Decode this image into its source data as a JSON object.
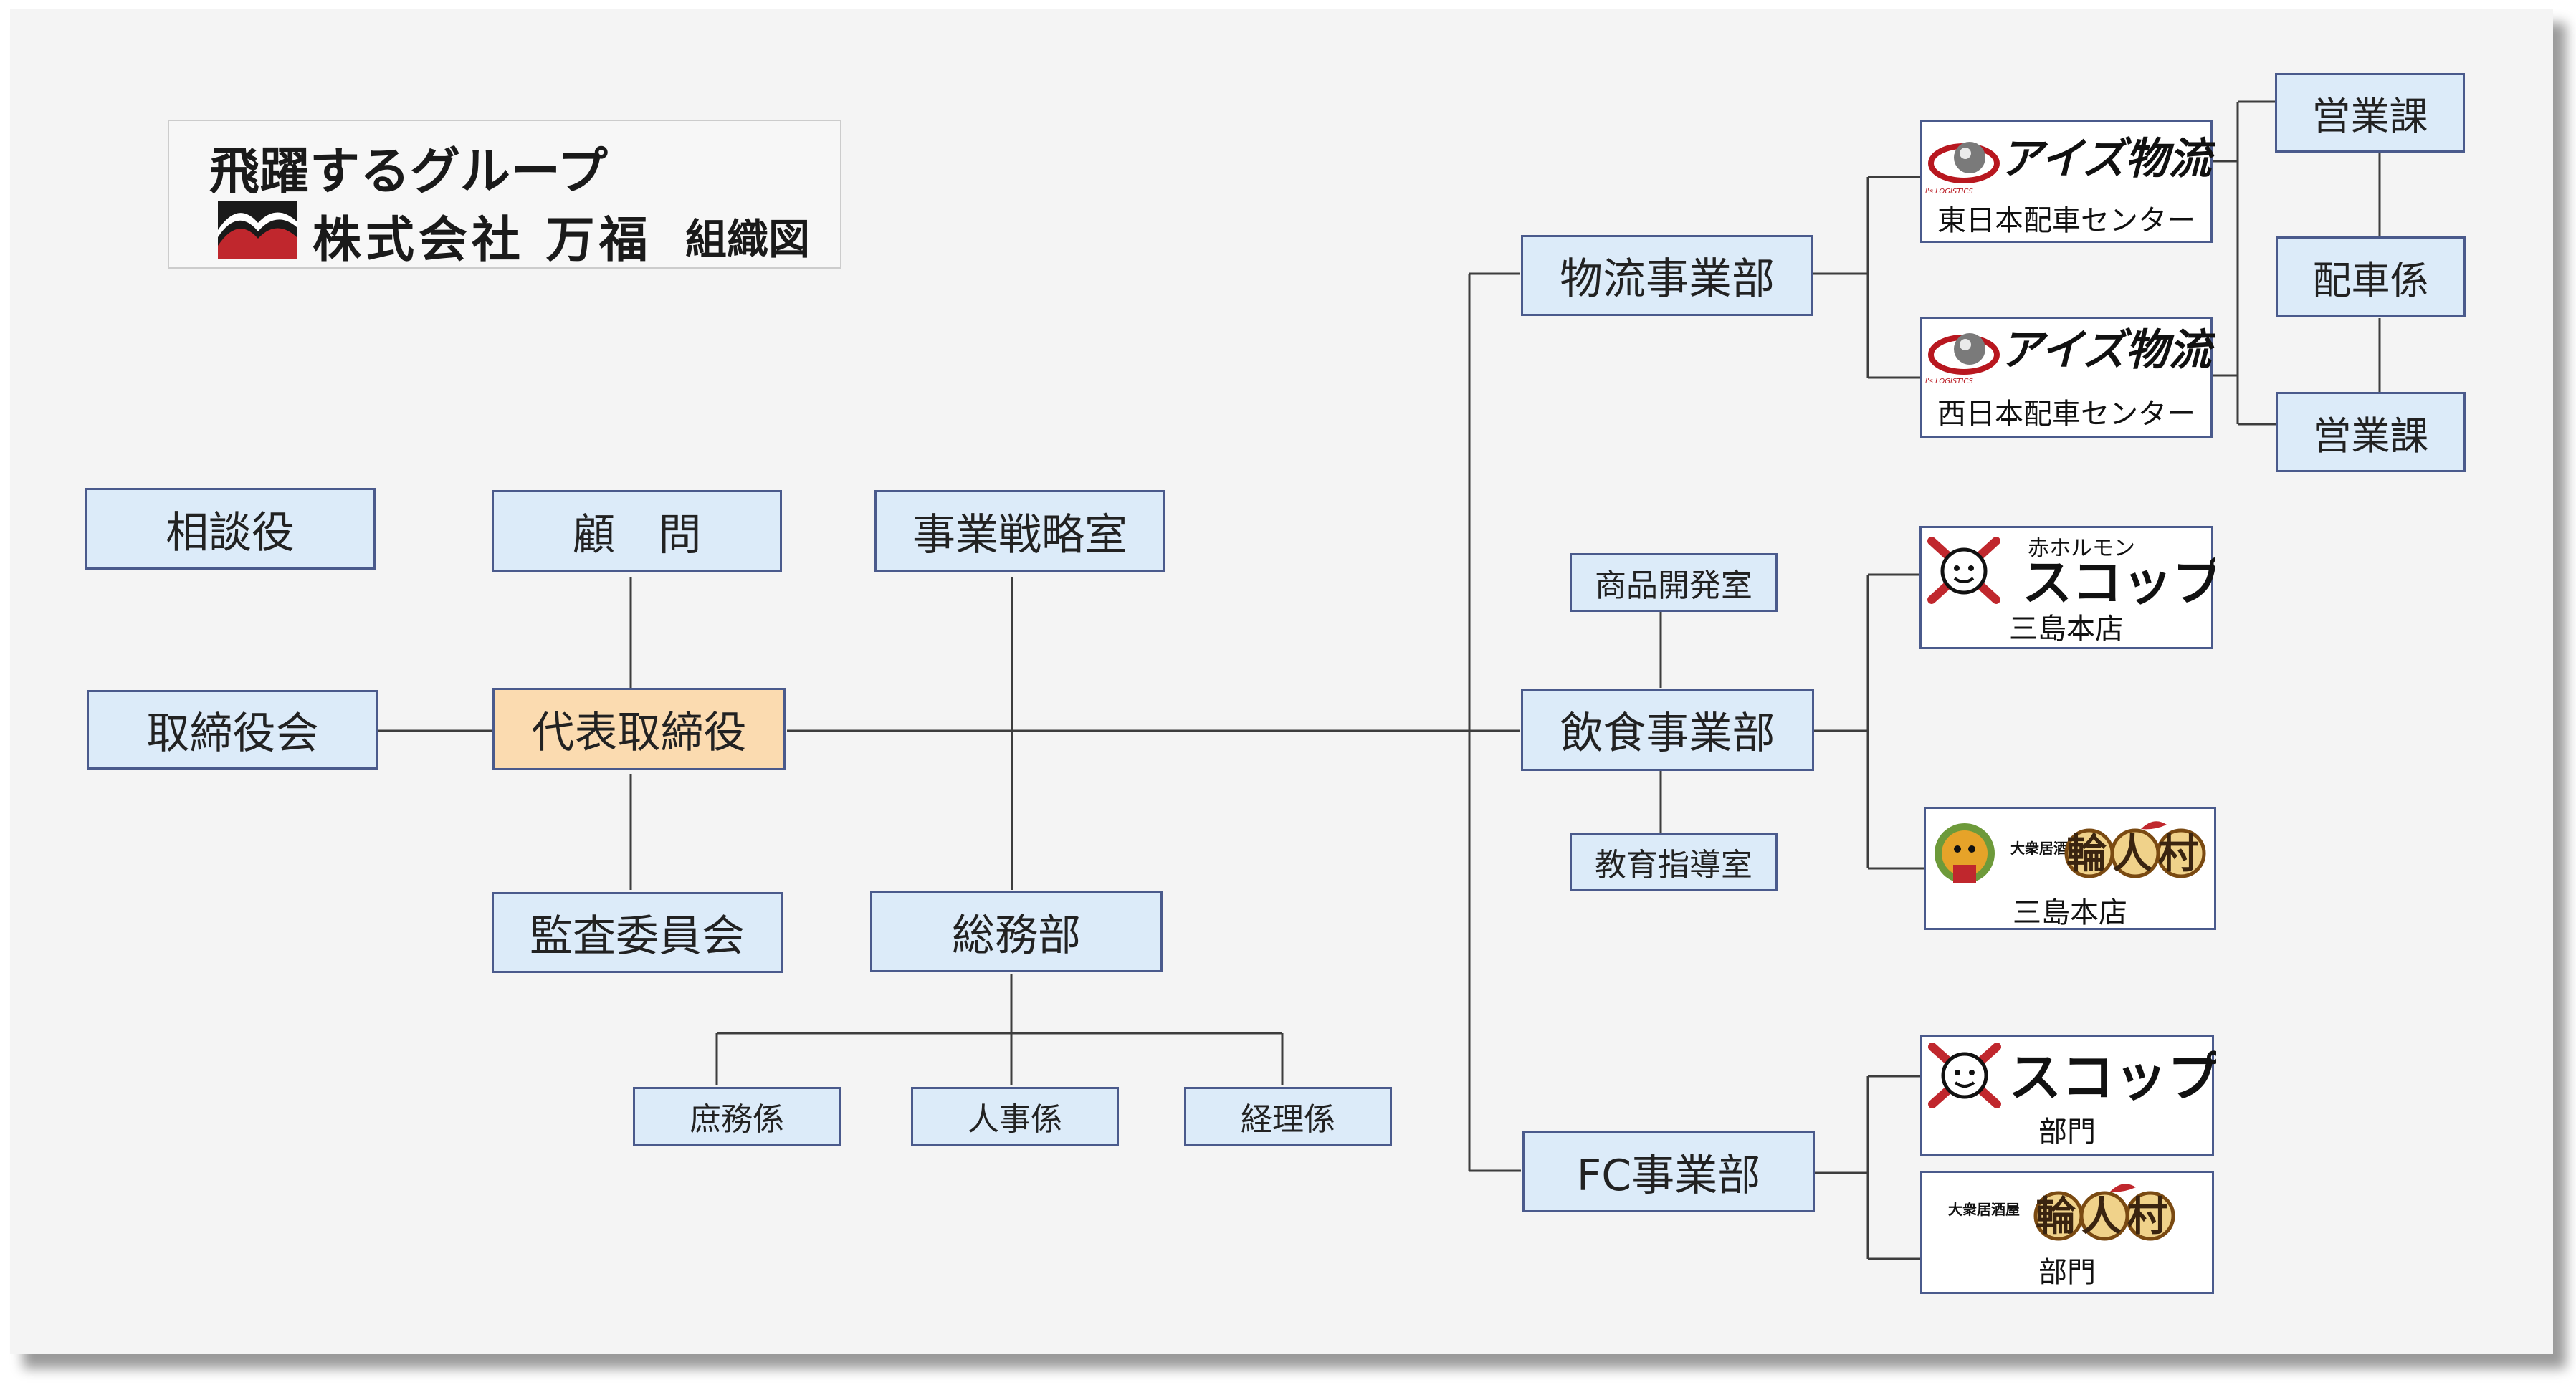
{
  "title": {
    "group": "飛躍するグループ",
    "company": "株式会社 万福",
    "chart": "組織図"
  },
  "colors": {
    "box_fill": "#dcebf9",
    "ceo_fill": "#fbdbb0",
    "border": "#4a5a8c"
  },
  "nodes": {
    "soudanyaku": "相談役",
    "torishimariyakukai": "取締役会",
    "komon": "顧　問",
    "daihyo": "代表取締役",
    "kansa": "監査委員会",
    "senryaku": "事業戦略室",
    "soumu": "総務部",
    "shomu": "庶務係",
    "jinji": "人事係",
    "keiri": "経理係",
    "butsuryu": "物流事業部",
    "inshoku": "飲食事業部",
    "shohin": "商品開発室",
    "kyoiku": "教育指導室",
    "fc": "FC事業部",
    "eigyo1": "営業課",
    "haisha": "配車係",
    "eigyo2": "営業課"
  },
  "logos": {
    "ais_east": {
      "brand": "アイズ物流",
      "tag": "I's LOGISTICS",
      "sub": "東日本配車センター"
    },
    "ais_west": {
      "brand": "アイズ物流",
      "tag": "I's LOGISTICS",
      "sub": "西日本配車センター"
    },
    "scop_mishima": {
      "small": "赤ホルモン",
      "brand": "スコップ",
      "sub": "三島本店"
    },
    "wajin_mishima": {
      "small": "大衆居酒屋",
      "brand": "輪人村",
      "sub": "三島本店"
    },
    "scop_fc": {
      "brand": "スコップ",
      "sub": "部門"
    },
    "wajin_fc": {
      "small": "大衆居酒屋",
      "brand": "輪人村",
      "sub": "部門"
    }
  }
}
